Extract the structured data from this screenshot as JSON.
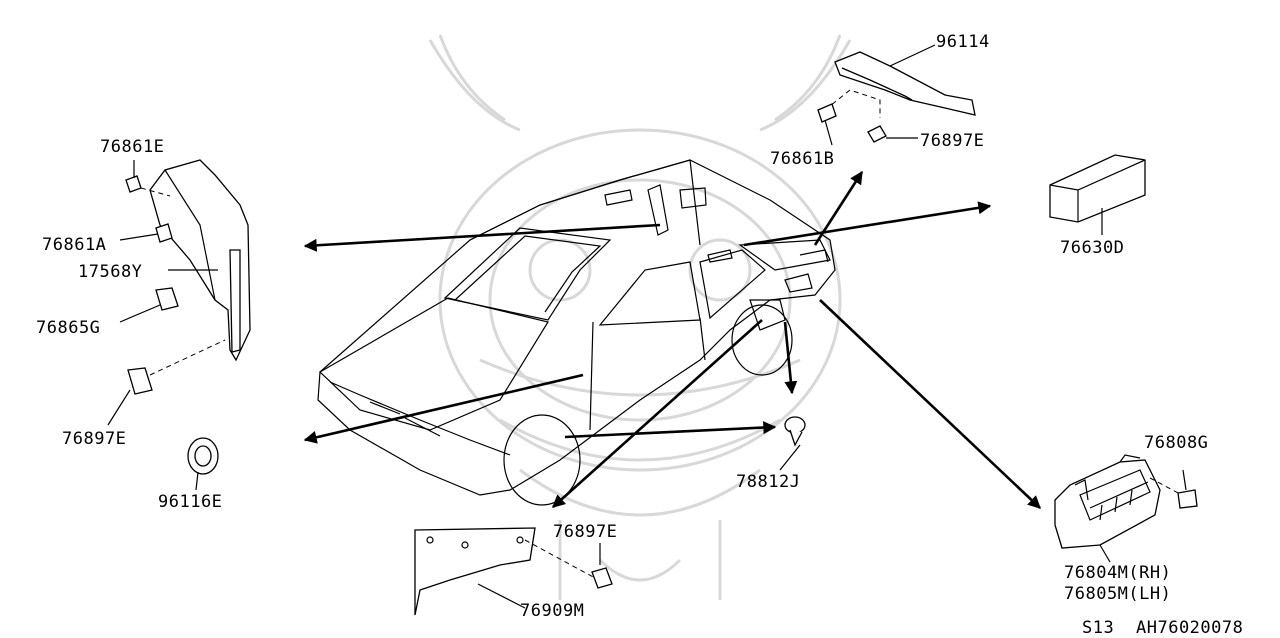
{
  "diagram": {
    "part_labels": {
      "p96114": "96114",
      "p76861B": "76861B",
      "p76897E_top": "76897E",
      "p76630D": "76630D",
      "p76861E": "76861E",
      "p76861A": "76861A",
      "p17568Y": "17568Y",
      "p76865G": "76865G",
      "p76897E_left": "76897E",
      "p96116E": "96116E",
      "p78812J": "78812J",
      "p76897E_bottom": "76897E",
      "p76909M": "76909M",
      "p76808G": "76808G",
      "p76804M": "76804M(RH)",
      "p76805M": "76805M(LH)"
    },
    "footer": {
      "model": "S13",
      "diagram_code": "AH76020078"
    }
  }
}
